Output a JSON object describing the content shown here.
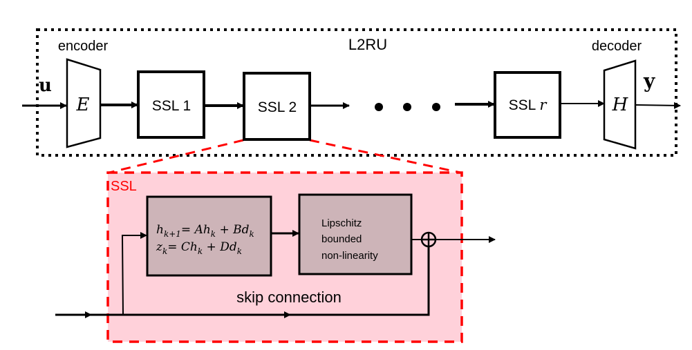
{
  "diagram": {
    "outer_title": "L2RU",
    "encoder_label": "encoder",
    "decoder_label": "decoder",
    "input_symbol": "u",
    "output_symbol": "y",
    "encoder_symbol": "E",
    "decoder_symbol": "H",
    "layers": [
      {
        "label": "SSL 1"
      },
      {
        "label": "SSL 2"
      },
      {
        "label_prefix": "SSL ",
        "label_var": "r"
      }
    ],
    "ellipsis": "• • •",
    "ssl_detail": {
      "title": "SSL",
      "state_eq_line1": {
        "lhs": "h",
        "lhs_sub": "k+1",
        "rhs": "= Ah",
        "rhs_sub1": "k",
        "rhs2": " + Bd",
        "rhs_sub2": "k"
      },
      "state_eq_line2": {
        "lhs": "z",
        "lhs_sub": "k",
        "rhs": "=  Ch",
        "rhs_sub1": "k",
        "rhs2": " + Dd",
        "rhs_sub2": "k"
      },
      "nonlinearity_lines": [
        "Lipschitz",
        "bounded",
        "non-linearity"
      ],
      "skip_label": "skip connection",
      "sum_symbol": "⊕"
    },
    "colors": {
      "ssl_border": "#ff0000",
      "ssl_fill": "#ffd1da",
      "block_fill": "#cdb4b8",
      "line": "#000000"
    }
  }
}
